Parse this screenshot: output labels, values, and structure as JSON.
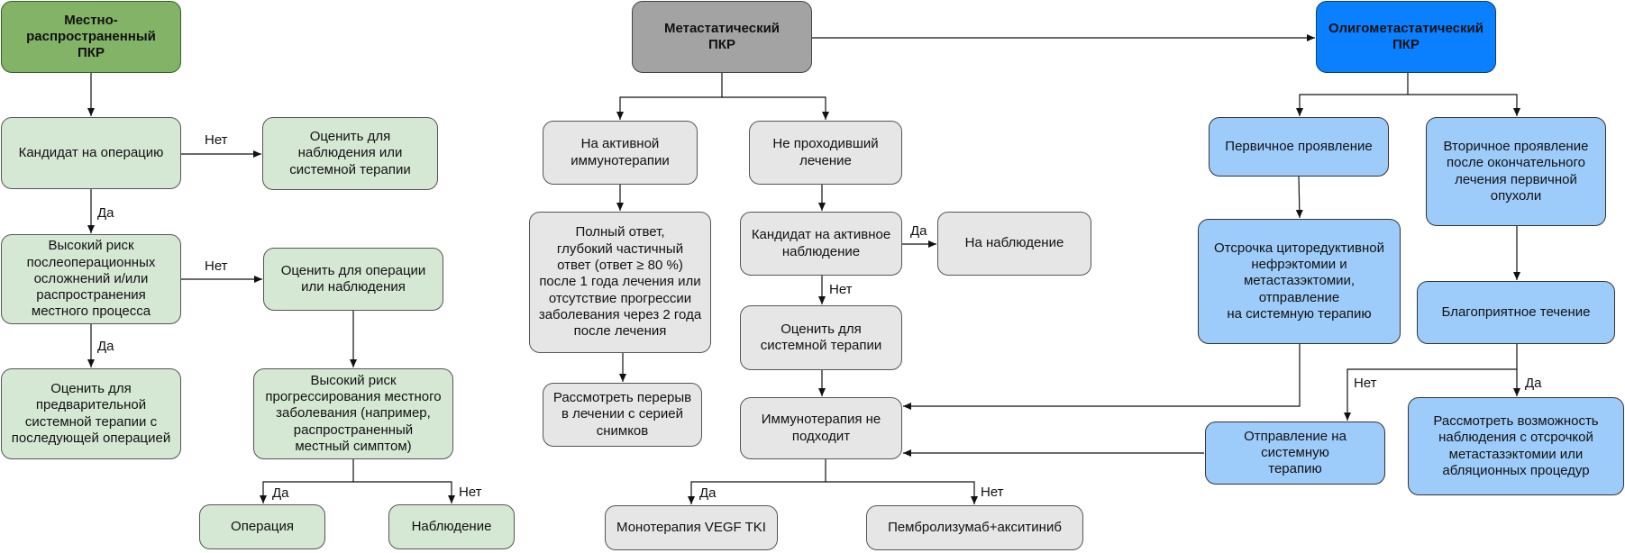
{
  "nodes": {
    "n_local": "Местно-\nраспространенный\nПКР",
    "n_candidate": "Кандидат на операцию",
    "n_eval_obs_sys": "Оценить для\nнаблюдения или\nсистемной терапии",
    "n_highrisk_postop": "Высокий риск\nпослеоперационных\nосложнений и/или\nраспространения\nместного процесса",
    "n_eval_op_obs": "Оценить для операции\nили наблюдения",
    "n_eval_presys": "Оценить для\nпредварительной\nсистемной терапии с\nпоследующей операцией",
    "n_highrisk_prog": "Высокий риск\nпрогрессирования местного\nзаболевания (например,\nраспространенный\nместный симптом)",
    "n_operation": "Операция",
    "n_observation": "Наблюдение",
    "n_metastatic": "Метастатический\nПКР",
    "n_active_immuno": "На активной\nиммунотерапии",
    "n_not_treated": "Не проходивший\nлечение",
    "n_full_response": "Полный ответ,\nглубокий частичный\nответ (ответ ≥ 80 %)\nпосле 1 года лечения или\nотсутствие прогрессии\nзаболевания через 2 года\nпосле лечения",
    "n_active_obs_candidate": "Кандидат на активное\nнаблюдение",
    "n_on_obs": "На наблюдение",
    "n_eval_sys": "Оценить для\nсистемной терапии",
    "n_break": "Рассмотреть перерыв\nв лечении с серией\nснимков",
    "n_immuno_unsuitable": "Иммунотерапия не\nподходит",
    "n_vegf": "Монотерапия VEGF TKI",
    "n_pembro": "Пембролизумаб+акситиниб",
    "n_oligo": "Олигометастатический\nПКР",
    "n_primary": "Первичное проявление",
    "n_secondary": "Вторичное проявление\nпосле окончательного\nлечения первичной\nопухоли",
    "n_defer": "Отсрочка циторедуктивной\nнефрэктомии и\nметастазэктомии,\nотправление\nна системную терапию",
    "n_favorable": "Благоприятное течение",
    "n_send_sys": "Отправление на\nсистемную\nтерапию",
    "n_consider_obs": "Рассмотреть возможность\nнаблюдения с отсрочкой\nметастазэктомии или\nабляционных процедур"
  },
  "edge_labels": {
    "l_no_1": "Нет",
    "l_yes_1": "Да",
    "l_no_2": "Нет",
    "l_yes_2": "Да",
    "l_yes_3": "Да",
    "l_no_3": "Нет",
    "l_yes_4": "Да",
    "l_no_4": "Нет",
    "l_yes_5": "Да",
    "l_no_5": "Нет",
    "l_no_6": "Нет",
    "l_yes_6": "Да"
  }
}
